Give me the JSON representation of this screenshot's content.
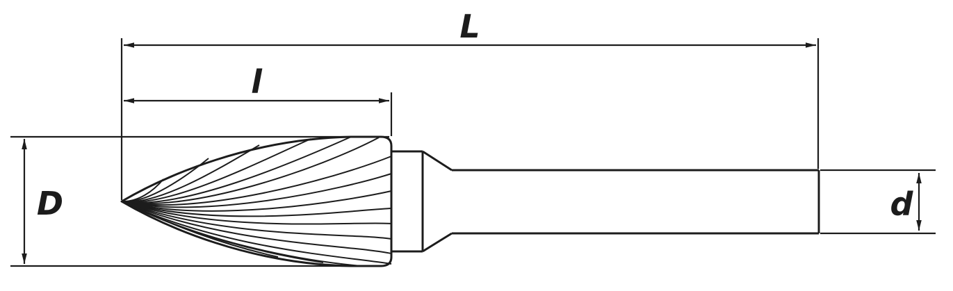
{
  "diagram": {
    "labels": {
      "total_length": "L",
      "cutting_length": "l",
      "head_diameter": "D",
      "shank_diameter": "d"
    },
    "colors": {
      "line": "#1c1c1c",
      "background": "#ffffff"
    }
  }
}
